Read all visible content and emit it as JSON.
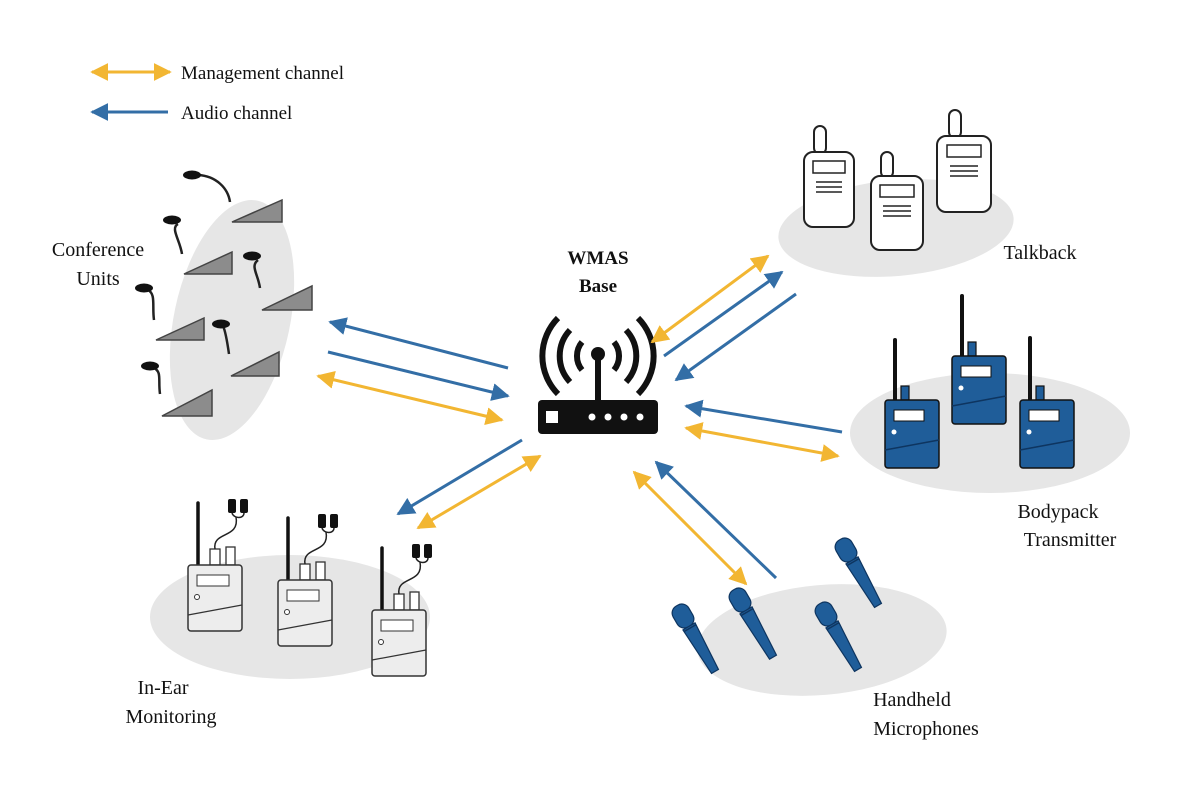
{
  "legend": {
    "management": "Management channel",
    "audio": "Audio channel"
  },
  "base": {
    "line1": "WMAS",
    "line2": "Base"
  },
  "groups": {
    "conference": {
      "line1": "Conference",
      "line2": "Units"
    },
    "talkback": {
      "line1": "Talkback"
    },
    "bodypack": {
      "line1": "Bodypack",
      "line2": "Transmitter"
    },
    "inear": {
      "line1": "In-Ear",
      "line2": "Monitoring"
    },
    "handheld": {
      "line1": "Handheld",
      "line2": "Microphones"
    }
  },
  "colors": {
    "management": "#f2b632",
    "audio": "#336ea6",
    "device_blue": "#1f5d99",
    "conference_gray": "#8c8c8c",
    "ellipse": "#e6e6e6",
    "router": "#111111"
  }
}
